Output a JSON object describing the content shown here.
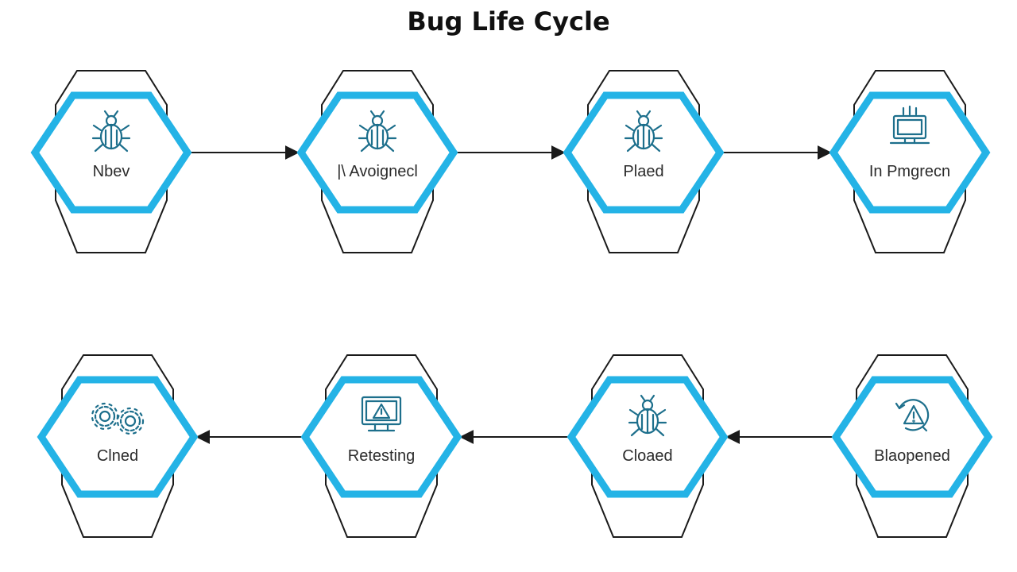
{
  "title": "Bug Life Cycle",
  "colors": {
    "hex_border": "#24b3e6",
    "icon": "#1d6f8c",
    "outline": "#1a1a1a"
  },
  "nodes": [
    {
      "label": "Nbev",
      "icon": "bug-icon"
    },
    {
      "label": "|\\ Avoignecl",
      "icon": "bug-icon"
    },
    {
      "label": "Plaed",
      "icon": "bug-icon"
    },
    {
      "label": "In Pmgrecn",
      "icon": "monitor-icon"
    },
    {
      "label": "Clned",
      "icon": "gears-icon"
    },
    {
      "label": "Retesting",
      "icon": "monitor-warning-icon"
    },
    {
      "label": "Cloaed",
      "icon": "bug-icon"
    },
    {
      "label": "Blaopened",
      "icon": "cycle-warning-icon"
    }
  ],
  "edges": [
    {
      "from": "Nbev",
      "to": "|\\ Avoignecl"
    },
    {
      "from": "|\\ Avoignecl",
      "to": "Plaed"
    },
    {
      "from": "Plaed",
      "to": "In Pmgrecn"
    },
    {
      "from": "Blaopened",
      "to": "Cloaed"
    },
    {
      "from": "Cloaed",
      "to": "Retesting"
    },
    {
      "from": "Retesting",
      "to": "Clned"
    }
  ]
}
